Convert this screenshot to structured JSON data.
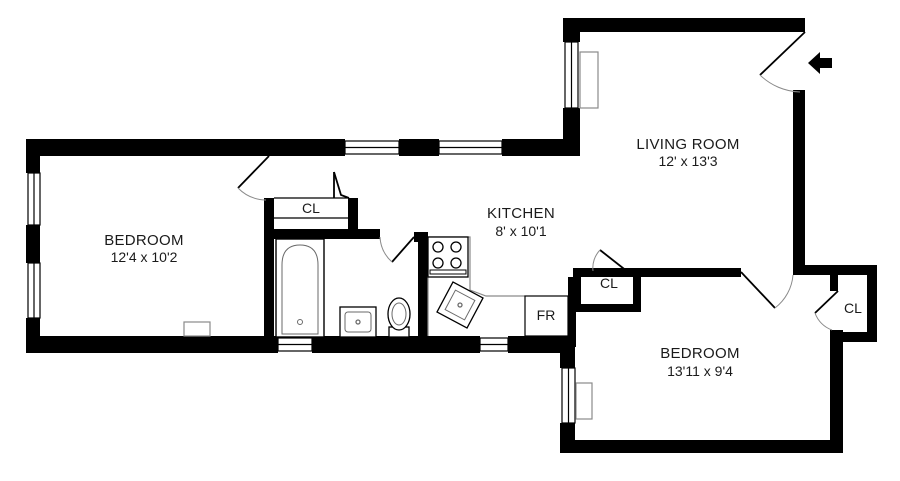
{
  "rooms": {
    "living_room": {
      "name": "LIVING ROOM",
      "dims": "12' x 13'3"
    },
    "kitchen": {
      "name": "KITCHEN",
      "dims": "8' x 10'1"
    },
    "bedroom_left": {
      "name": "BEDROOM",
      "dims": "12'4 x 10'2"
    },
    "bedroom_right": {
      "name": "BEDROOM",
      "dims": "13'11 x 9'4"
    }
  },
  "closets": {
    "hall": "CL",
    "kitchen": "CL",
    "bedroom_right": "CL"
  },
  "fridge": "FR",
  "colors": {
    "wall": "#000000",
    "fixture": "#8a8a8a",
    "background": "#ffffff"
  },
  "icons": [
    "entry-arrow-icon",
    "stove-icon",
    "sink-icon",
    "bathtub-icon",
    "toilet-icon",
    "window-icon",
    "door-swing-icon"
  ]
}
